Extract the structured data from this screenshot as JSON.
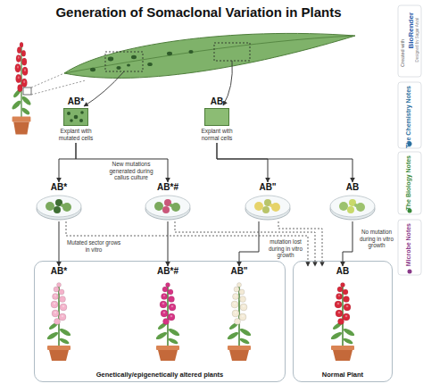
{
  "diagram": {
    "title": "Generation of Somaclonal Variation in Plants",
    "nodes": [
      {
        "text": [
          "AB*",
          "Explant with mutated cells"
        ]
      },
      {
        "text": [
          "AB",
          "Explant with normal cells"
        ]
      },
      {
        "text": [
          "AB*"
        ]
      },
      {
        "text": [
          "AB*#"
        ]
      },
      {
        "text": [
          "AB\""
        ]
      },
      {
        "text": [
          "AB"
        ]
      },
      {
        "text": [
          "Genetically/epigenetically altered plants"
        ]
      },
      {
        "text": [
          "AB*"
        ],
        "in": 6
      },
      {
        "text": [
          "AB*#"
        ],
        "in": 6
      },
      {
        "text": [
          "AB\""
        ],
        "in": 6
      },
      {
        "text": [
          "Normal Plant"
        ]
      },
      {
        "text": [
          "AB"
        ],
        "in": 10
      }
    ],
    "edges": [
      {
        "from": 0,
        "to": 2,
        "arrow": "to"
      },
      {
        "from": 0,
        "to": 3,
        "arrow": "to"
      },
      {
        "from": 1,
        "to": 4,
        "arrow": "to"
      },
      {
        "from": 1,
        "to": 5,
        "arrow": "to"
      },
      {
        "from": 2,
        "to": 7,
        "arrow": "to",
        "label": "Mutated sector grows in vitro"
      },
      {
        "from": 3,
        "to": 8,
        "arrow": "to"
      },
      {
        "from": 4,
        "to": 9,
        "arrow": "to"
      },
      {
        "from": 5,
        "to": 11,
        "arrow": "to",
        "label": "No mutation during in vitro growth"
      },
      {
        "from": 2,
        "to": 11,
        "arrow": "to"
      },
      {
        "from": 3,
        "to": 11,
        "arrow": "to"
      },
      {
        "from": 4,
        "to": 11,
        "arrow": "to",
        "label": "mutation lost during in vitro growth"
      }
    ],
    "labels": [
      "New mutations generated during callus culture",
      "Created with",
      "BioRender",
      "Designed by Sagar Aryal",
      "The Chemistry Notes",
      "The Biology Notes",
      "Microbe Notes"
    ]
  }
}
